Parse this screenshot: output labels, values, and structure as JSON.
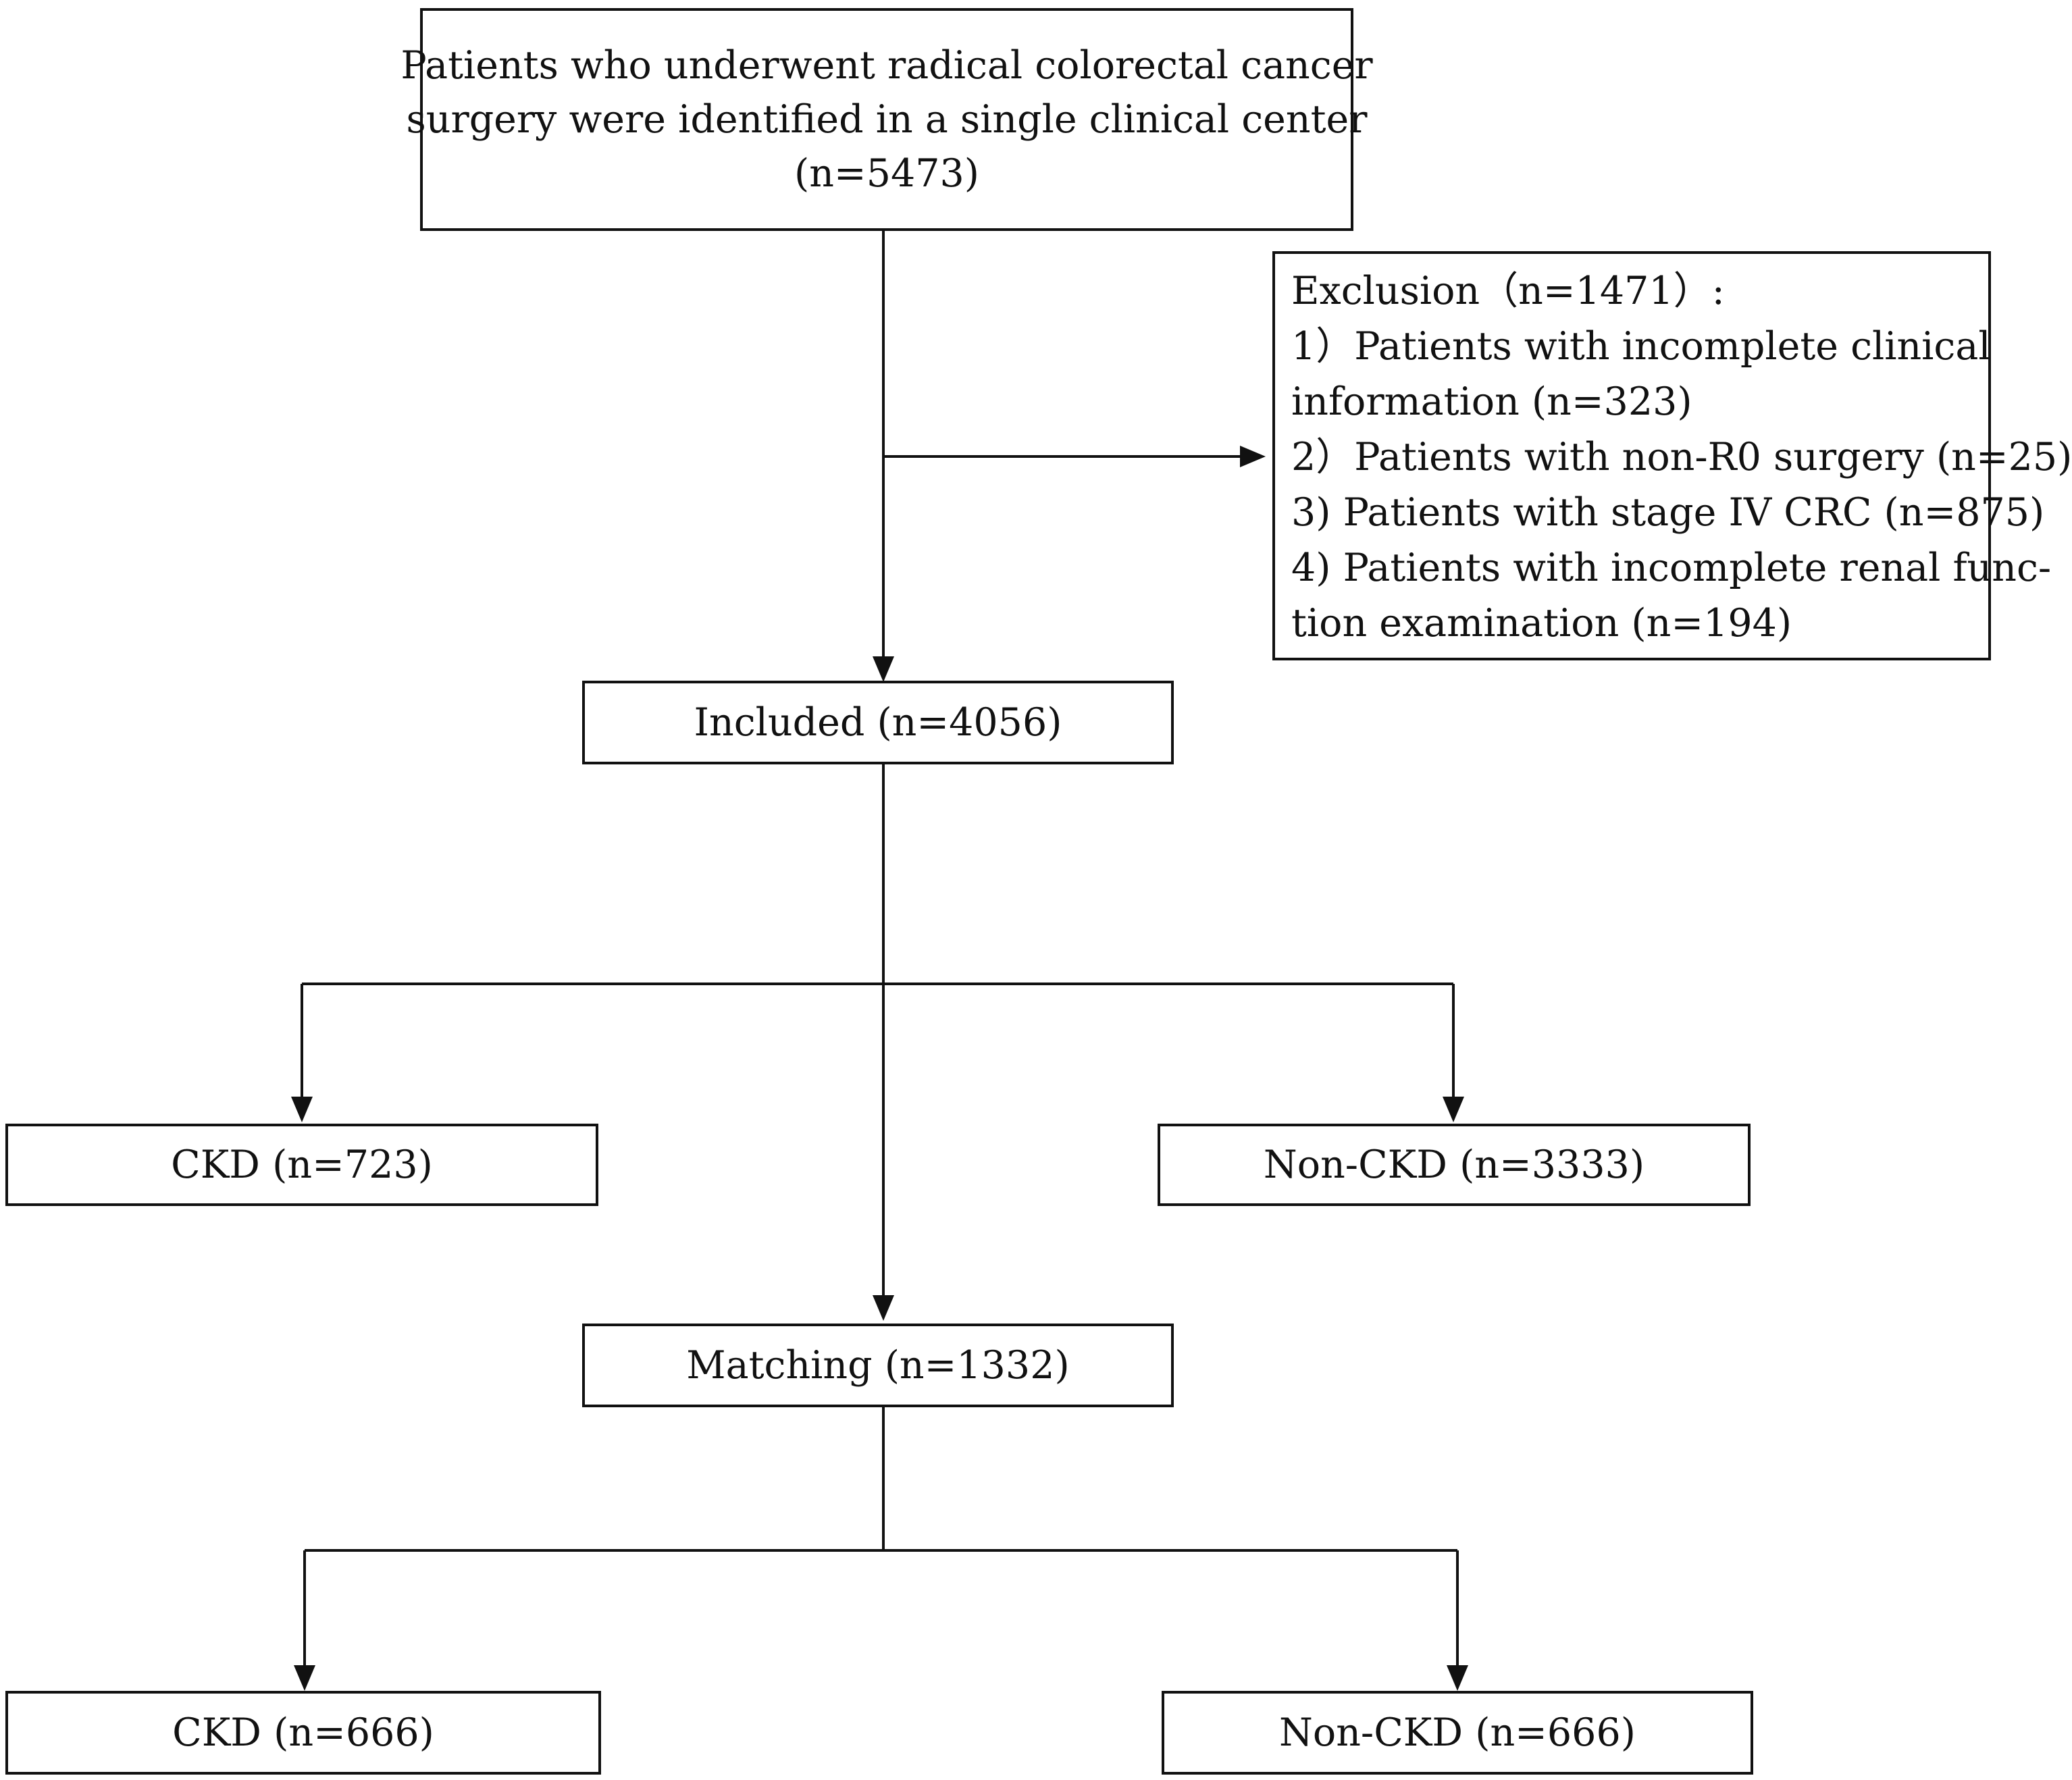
{
  "start": {
    "lines": [
      "Patients who underwent radical colorectal cancer",
      "surgery were identified in a single clinical center",
      "(n=5473)"
    ]
  },
  "exclusion": {
    "lines": [
      "Exclusion（n=1471）:",
      "1）Patients with incomplete clinical",
      "information (n=323)",
      "2）Patients with non-R0 surgery (n=25)",
      "3) Patients with stage IV CRC (n=875)",
      "4) Patients with incomplete renal func-",
      "tion examination (n=194)"
    ]
  },
  "included": {
    "label": "Included (n=4056)"
  },
  "ckd_before": {
    "label": "CKD (n=723)"
  },
  "nonckd_before": {
    "label": "Non-CKD (n=3333)"
  },
  "matching": {
    "label": "Matching (n=1332)"
  },
  "ckd_after": {
    "label": "CKD (n=666)"
  },
  "nonckd_after": {
    "label": "Non-CKD (n=666)"
  }
}
